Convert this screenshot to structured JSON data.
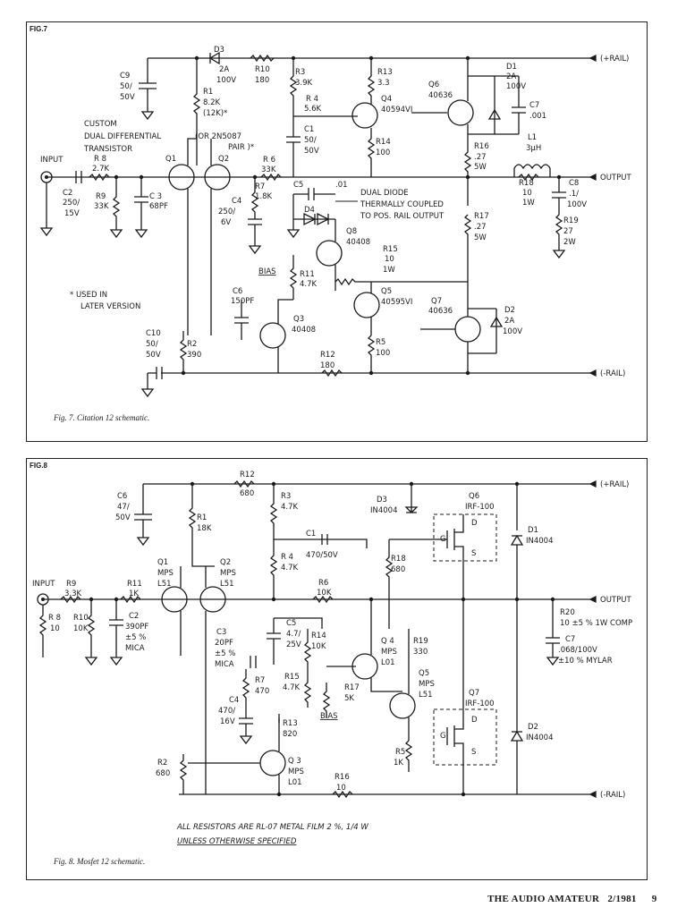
{
  "fig7": {
    "label": "FIG.7",
    "caption": "Fig. 7. Citation 12 schematic.",
    "texts": {
      "input": "INPUT",
      "output": "OUTPUT",
      "rail_pos": "(+RAIL)",
      "rail_neg": "(-RAIL)",
      "custom": "CUSTOM",
      "dual_diff": "DUAL DIFFERENTIAL",
      "transistor": "TRANSISTOR",
      "or_pair_1": "(OR 2N5087",
      "or_pair_2": "PAIR )*",
      "dual_diode": "DUAL DIODE",
      "thermal": "THERMALLY COUPLED",
      "to_pos": "TO POS. RAIL OUTPUT",
      "used_in": "* USED IN",
      "later": "LATER VERSION",
      "bias": "BIAS",
      "C9": "C9",
      "C9v": "50/",
      "C9v2": "50V",
      "D3": "D3",
      "D3v": "2A",
      "D3v2": "100V",
      "R10": "R10",
      "R10v": "180",
      "R3": "R3",
      "R3v": "3.9K",
      "R13": "R13",
      "R13v": "3.3",
      "Q6": "Q6",
      "Q6v": "40636",
      "D1": "D1",
      "D1v": "2A",
      "D1v2": "100V",
      "R1": "R1",
      "R1v": "8.2K",
      "R1v2": "(12K)*",
      "R4": "R 4",
      "R4v": "5.6K",
      "Q4": "Q4",
      "Q4v": "40594VI",
      "C7": "C7",
      "C7v": ".001",
      "C1": "C1",
      "C1v": "50/",
      "C1v2": "50V",
      "R14": "R14",
      "R14v": "100",
      "R16": "R16",
      "R16v": ".27",
      "R16v2": "5W",
      "L1": "L1",
      "L1v": "3μH",
      "R8": "R 8",
      "R8v": "2.7K",
      "Q1": "Q1",
      "Q2": "Q2",
      "R6": "R 6",
      "R6v": "33K",
      "C2": "C2",
      "C2v": "250/",
      "C2v2": "15V",
      "R9": "R9",
      "R9v": "33K",
      "C3": "C 3",
      "C3v": "68PF",
      "R7": "R7",
      "R7v": "1.8K",
      "C4": "C4",
      "C4v": "250/",
      "C4v2": "6V",
      "C5": "C5",
      "C5v": ".01",
      "D4": "D4",
      "R18": "R18",
      "R18v": "10",
      "R18v2": "1W",
      "C8": "C8",
      "C8v": ".1/",
      "C8v2": "100V",
      "R17": "R17",
      "R17v": ".27",
      "R17v2": "5W",
      "R19": "R19",
      "R19v": "27",
      "R19v2": "2W",
      "Q8": "Q8",
      "Q8v": "40408",
      "R15": "R15",
      "R15v": "10",
      "R15v2": "1W",
      "R11": "R11",
      "R11v": "4.7K",
      "C6": "C6",
      "C6v": "150PF",
      "Q5": "Q5",
      "Q5v": "40595VI",
      "Q7": "Q7",
      "Q7v": "40636",
      "D2": "D2",
      "D2v": "2A",
      "D2v2": "100V",
      "C10": "C10",
      "C10v": "50/",
      "C10v2": "50V",
      "R2": "R2",
      "R2v": "390",
      "Q3": "Q3",
      "Q3v": "40408",
      "R5": "R5",
      "R5v": "100",
      "R12": "R12",
      "R12v": "180"
    }
  },
  "fig8": {
    "label": "FIG.8",
    "caption": "Fig. 8. Mosfet 12 schematic.",
    "texts": {
      "input": "INPUT",
      "output": "OUTPUT",
      "rail_pos": "(+RAIL)",
      "rail_neg": "(-RAIL)",
      "bias": "BIAS",
      "note1": "ALL RESISTORS ARE RL-07 METAL FILM 2 %, 1/4 W",
      "note2": "UNLESS OTHERWISE SPECIFIED",
      "R12": "R12",
      "R12v": "680",
      "C6": "C6",
      "C6v": "47/",
      "C6v2": "50V",
      "R3": "R3",
      "R3v": "4.7K",
      "D3": "D3",
      "D3v": "IN4004",
      "Q6": "Q6",
      "Q6v": "IRF-100",
      "R1": "R1",
      "R1v": "18K",
      "C1": "C1",
      "C1v": "470/50V",
      "D1": "D1",
      "D1v": "IN4004",
      "R4": "R 4",
      "R4v": "4.7K",
      "R18": "R18",
      "R18v": "680",
      "Q1": "Q1",
      "Q1v": "MPS",
      "Q1v2": "L51",
      "Q2": "Q2",
      "Q2v": "MPS",
      "Q2v2": "L51",
      "R9": "R9",
      "R9v": "3.3K",
      "R11": "R11",
      "R11v": "1K",
      "R6": "R6",
      "R6v": "10K",
      "R20": "R20",
      "R20v": "10 ±5 % 1W COMP",
      "R8": "R 8",
      "R8v": "10",
      "R10": "R10",
      "R10v": "10K",
      "C2": "C2",
      "C2v": "390PF",
      "C2v2": "±5 %",
      "C2v3": "MICA",
      "C5": "C5",
      "C5v": "4.7/",
      "C5v2": "25V",
      "R14": "R14",
      "R14v": "10K",
      "Q4": "Q 4",
      "Q4v": "MPS",
      "Q4v2": "L01",
      "R19": "R19",
      "R19v": "330",
      "C7": "C7",
      "C7v": ".068/100V",
      "C7v2": "±10 % MYLAR",
      "C3": "C3",
      "C3v": "20PF",
      "C3v2": "±5 %",
      "C3v3": "MICA",
      "R7": "R7",
      "R7v": "470",
      "R15": "R15",
      "R15v": "4.7K",
      "R17": "R17",
      "R17v": "5K",
      "Q5": "Q5",
      "Q5v": "MPS",
      "Q5v2": "L51",
      "Q7": "Q7",
      "Q7v": "IRF-100",
      "C4": "C4",
      "C4v": "470/",
      "C4v2": "16V",
      "R13": "R13",
      "R13v": "820",
      "D2": "D2",
      "D2v": "IN4004",
      "R5": "R5",
      "R5v": "1K",
      "R2": "R2",
      "R2v": "680",
      "Q3": "Q 3",
      "Q3v": "MPS",
      "Q3v2": "L01",
      "R16": "R16",
      "R16v": "10"
    }
  },
  "footer": {
    "magazine": "THE AUDIO AMATEUR",
    "issue": "2/1981",
    "page": "9"
  }
}
